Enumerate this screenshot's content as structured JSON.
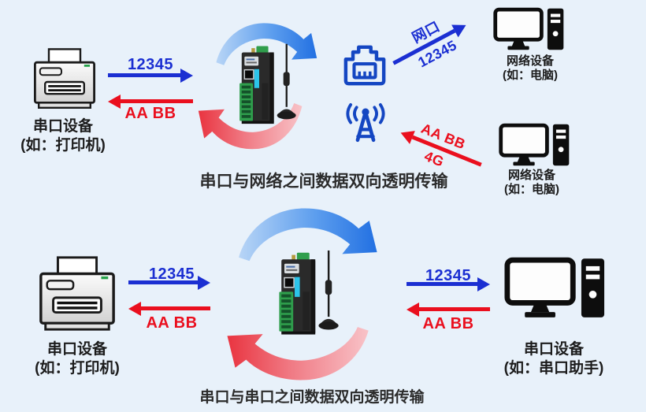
{
  "colors": {
    "background": "#e8f1fa",
    "arrow_blue": "#1b2fd2",
    "arrow_red": "#ea0f1e",
    "icon_blue": "#1446c2",
    "swoosh_blue_light": "#b8d5f6",
    "swoosh_blue_dark": "#2270e2",
    "swoosh_red_light": "#f8c3c8",
    "swoosh_red_dark": "#e93440",
    "device_black": "#0d0d0d",
    "label_text": "#1c1c1c"
  },
  "top": {
    "serial_device": {
      "name": "串口设备",
      "example": "(如：打印机)"
    },
    "send_data": "12345",
    "receive_data": "AA BB",
    "ethernet_link": {
      "label": "网口",
      "data": "12345"
    },
    "cellular_link": {
      "data": "AA BB",
      "label": "4G"
    },
    "lan_device": {
      "name": "网络设备",
      "example": "(如：电脑)"
    },
    "cellular_device": {
      "name": "网络设备",
      "example": "(如：电脑)"
    },
    "caption": "串口与网络之间数据双向透明传输"
  },
  "bottom": {
    "serial_device": {
      "name": "串口设备",
      "example": "(如：打印机)"
    },
    "left_send_data": "12345",
    "left_receive_data": "AA BB",
    "right_send_data": "12345",
    "right_receive_data": "AA BB",
    "peer_device": {
      "name": "串口设备",
      "example": "(如：串口助手)"
    },
    "caption": "串口与串口之间数据双向透明传输"
  },
  "icons": {
    "printer": "printer-icon",
    "gateway": "serial-gateway-device-icon",
    "rj45": "ethernet-port-icon",
    "signal_tower": "signal-tower-icon",
    "computer": "desktop-computer-icon",
    "cycle_blue": "blue-cycle-arrow-icon",
    "cycle_red": "red-cycle-arrow-icon"
  }
}
